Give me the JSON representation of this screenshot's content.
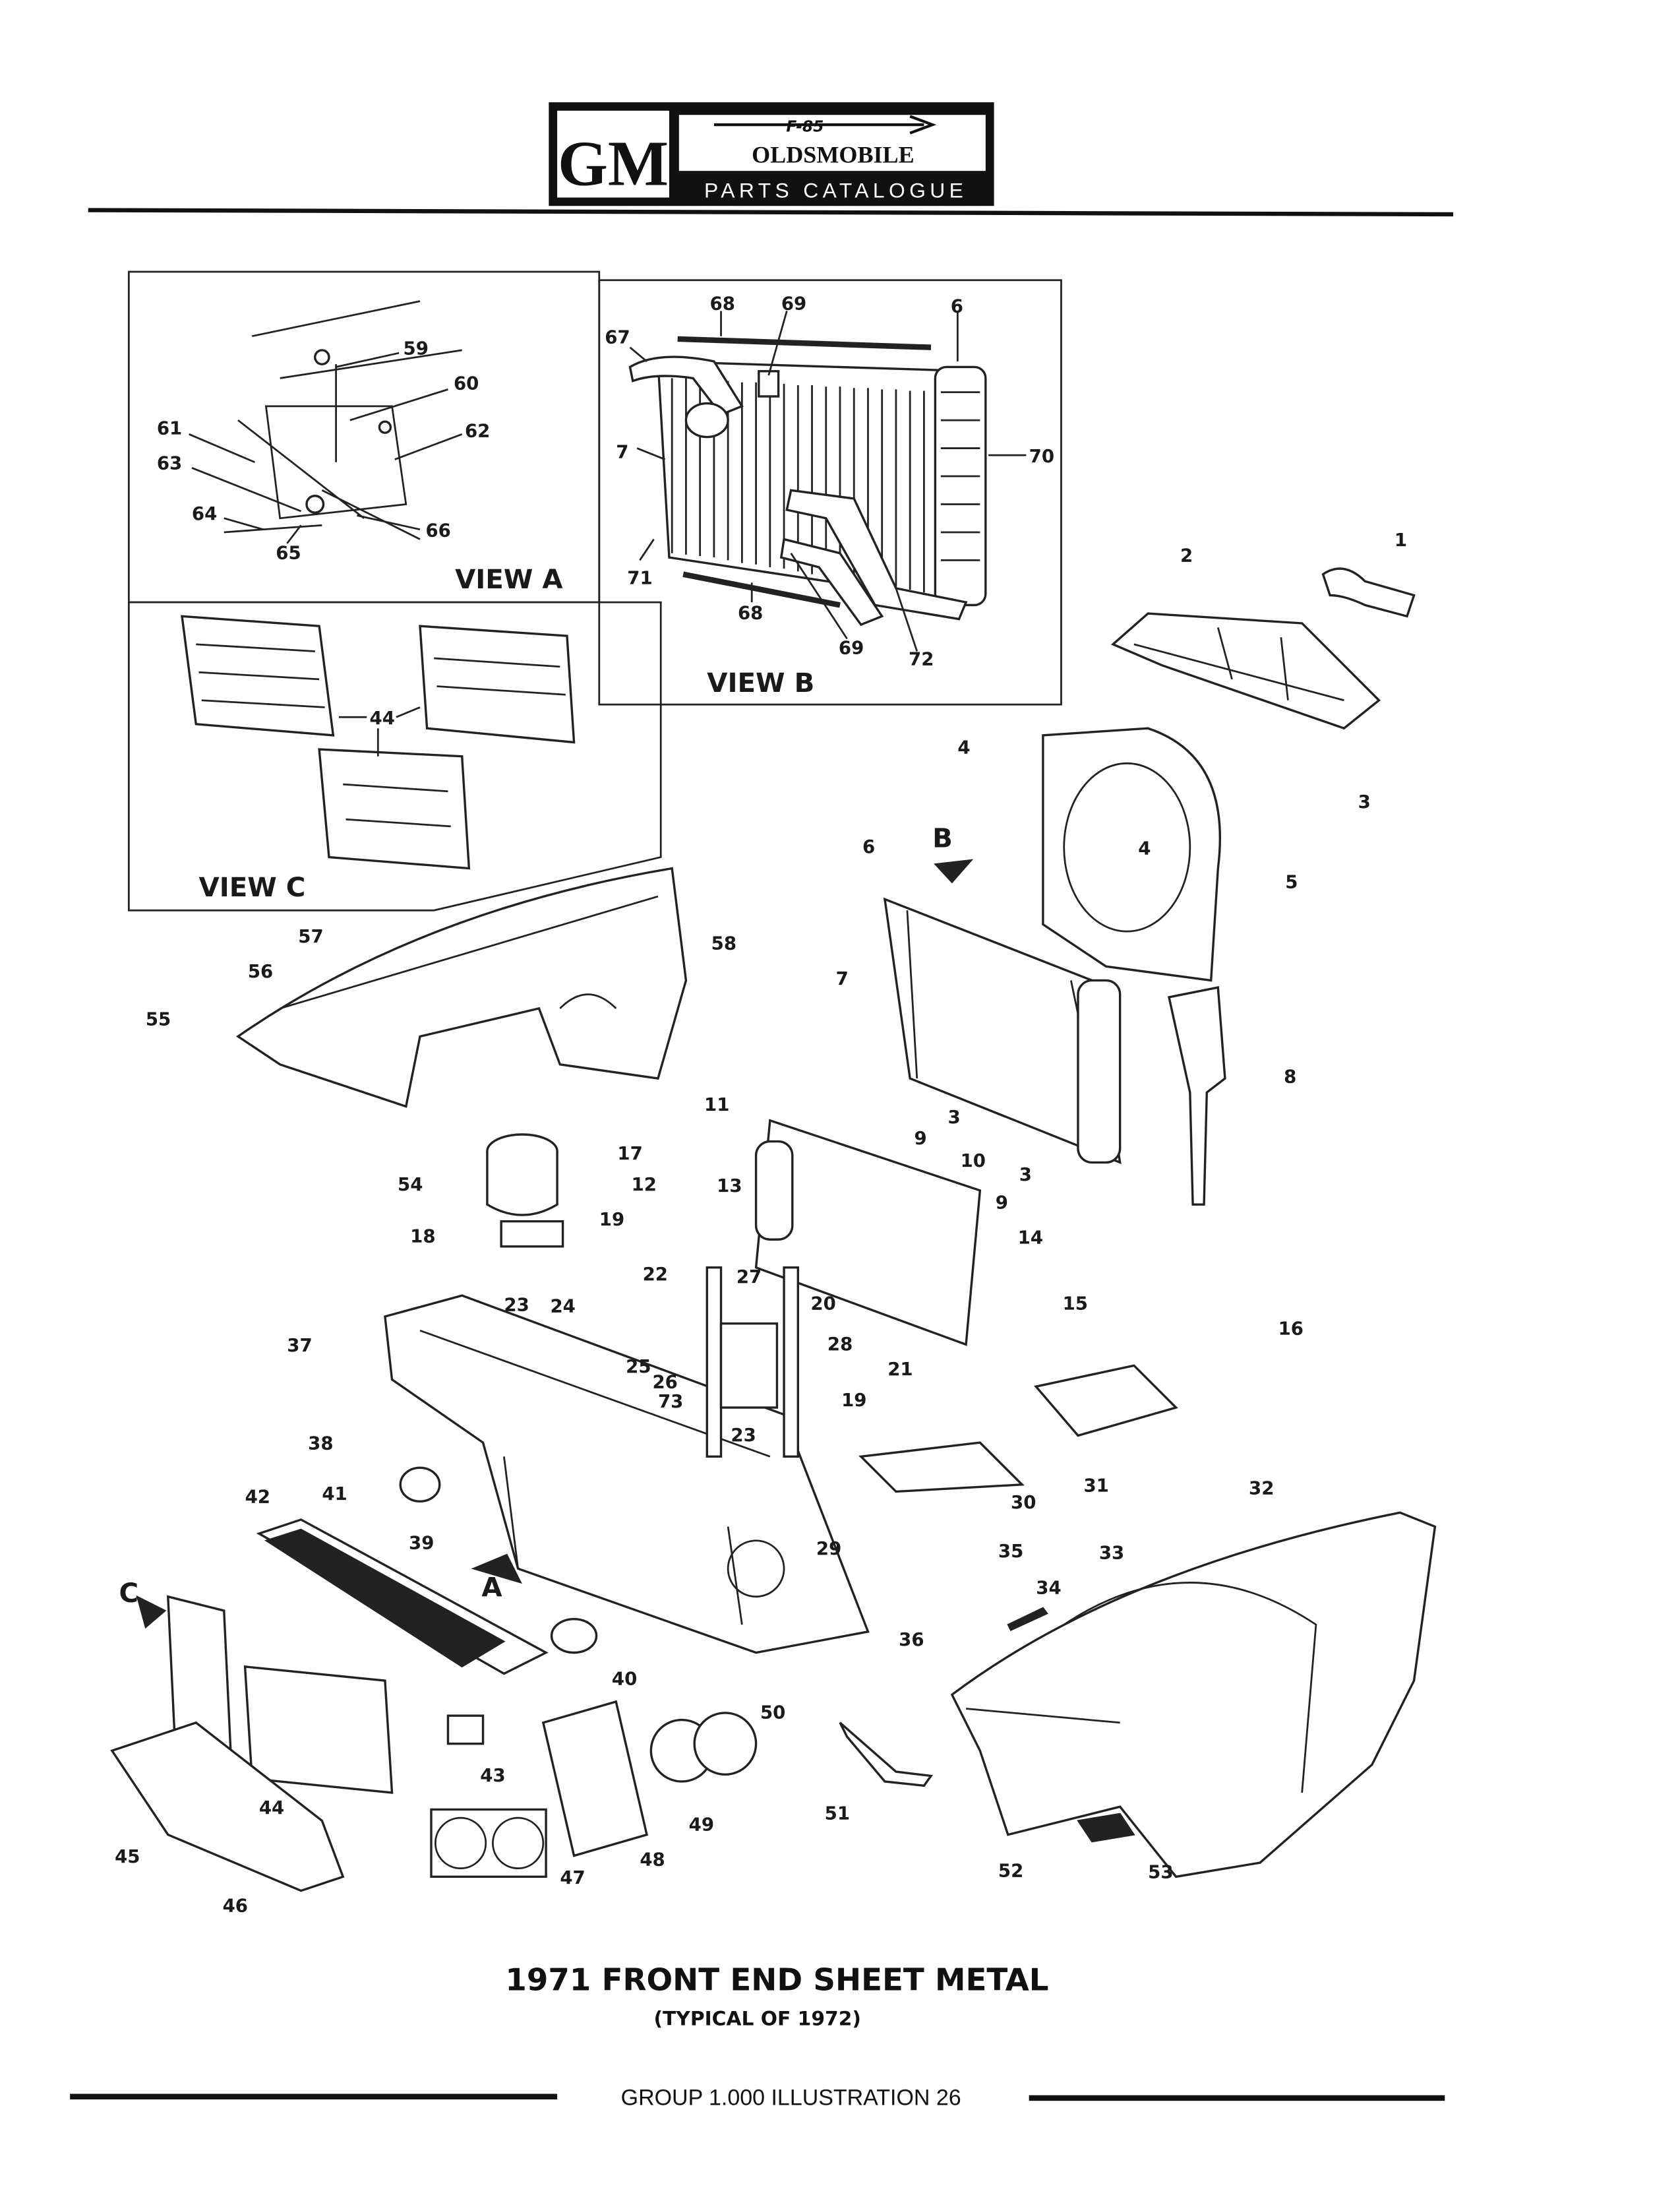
{
  "header": {
    "logo_gm": "GM",
    "logo_model": "F-85",
    "logo_make": "OLDSMOBILE",
    "logo_catalogue": "PARTS CATALOGUE"
  },
  "views": {
    "a": "VIEW A",
    "b": "VIEW B",
    "c": "VIEW C"
  },
  "view_a_callouts": [
    "59",
    "60",
    "61",
    "62",
    "63",
    "64",
    "65",
    "66"
  ],
  "view_b_callouts": [
    "68",
    "69",
    "6",
    "67",
    "7",
    "70",
    "71",
    "68",
    "69",
    "72"
  ],
  "view_c_callouts": [
    "44"
  ],
  "main_callouts": [
    "1",
    "2",
    "4",
    "3",
    "4",
    "6",
    "B",
    "5",
    "58",
    "57",
    "56",
    "7",
    "55",
    "8",
    "3",
    "9",
    "11",
    "10",
    "17",
    "12",
    "13",
    "3",
    "9",
    "14",
    "54",
    "18",
    "19",
    "22",
    "23",
    "24",
    "20",
    "27",
    "15",
    "16",
    "37",
    "25",
    "26",
    "21",
    "28",
    "73",
    "19",
    "38",
    "23",
    "31",
    "30",
    "32",
    "42",
    "41",
    "39",
    "35",
    "33",
    "29",
    "A",
    "C",
    "34",
    "36",
    "40",
    "50",
    "43",
    "44",
    "49",
    "51",
    "45",
    "47",
    "48",
    "52",
    "53",
    "46"
  ],
  "caption": {
    "title": "1971 FRONT END SHEET METAL",
    "subtitle": "(TYPICAL OF 1972)"
  },
  "footer": {
    "label": "GROUP 1.000 ILLUSTRATION 26"
  },
  "colors": {
    "ink": "#1a1a1a",
    "paper": "#ffffff"
  }
}
